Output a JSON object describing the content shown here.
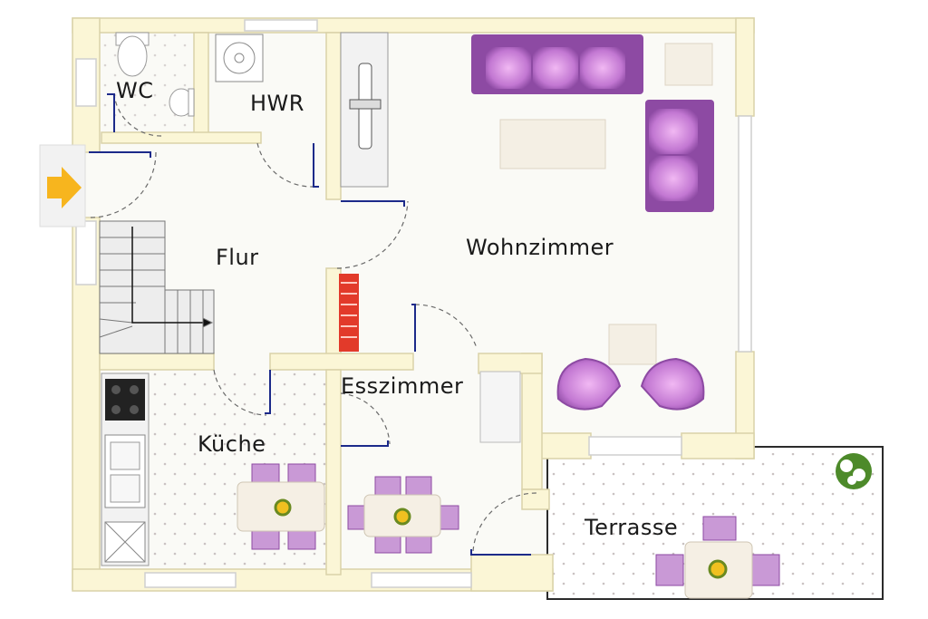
{
  "rooms": {
    "wc": "WC",
    "hwr": "HWR",
    "flur": "Flur",
    "wohnzimmer": "Wohnzimmer",
    "esszimmer": "Esszimmer",
    "kueche": "Küche",
    "terrasse": "Terrasse"
  },
  "colors": {
    "wall": "#fbf6d6",
    "wall_edge": "#d9d2a8",
    "floor": "#fafaf6",
    "furniture_purple": "#a85fc0",
    "furniture_light": "#f3ece0",
    "entry_arrow": "#f7b51e",
    "door_mark": "#1c2a8a"
  },
  "icons": {
    "entry": "entry-arrow-icon",
    "stairs": "staircase-icon",
    "plant": "plant-icon"
  }
}
